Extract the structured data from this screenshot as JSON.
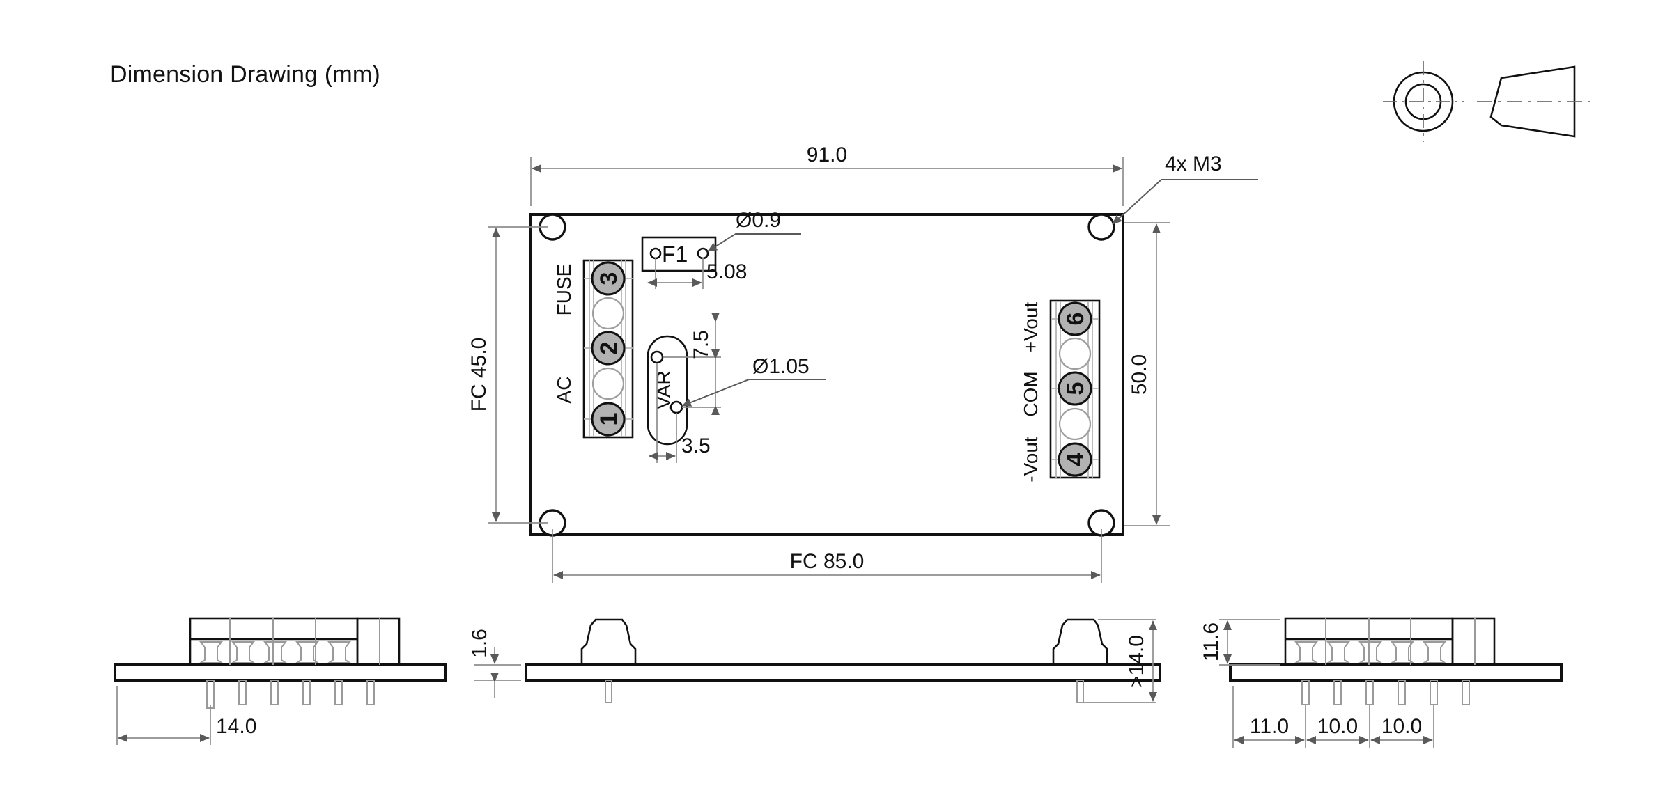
{
  "title": "Dimension Drawing (mm)",
  "top_view": {
    "dimensions": {
      "overall_width": "91.0",
      "overall_height": "50.0",
      "hole_pitch_horizontal": "FC 85.0",
      "hole_pitch_vertical": "FC 45.0",
      "mounting_holes": "4x M3",
      "fuse_hole_dia": "Ø0.9",
      "fuse_pitch": "5.08",
      "var_hole_dia": "Ø1.05",
      "var_pitch_vertical": "7.5",
      "var_pitch_horizontal": "3.5"
    },
    "input_terminal": {
      "labels": [
        "AC",
        "FUSE"
      ],
      "pins": [
        "1",
        "2",
        "3"
      ]
    },
    "output_terminal": {
      "labels": [
        "-Vout",
        "COM",
        "+Vout"
      ],
      "pins": [
        "4",
        "5",
        "6"
      ]
    },
    "components": {
      "fuse_label": "F1",
      "varistor_label": "VAR"
    }
  },
  "front_view": {
    "dimensions": {
      "pcb_thickness": "1.6",
      "component_height": ">14.0"
    }
  },
  "left_side_view": {
    "dimensions": {
      "terminal_offset": "14.0"
    }
  },
  "right_side_view": {
    "dimensions": {
      "terminal_height": "11.6",
      "pin_spacing_1": "11.0",
      "pin_spacing_2": "10.0",
      "pin_spacing_3": "10.0"
    }
  },
  "projection_symbol": {
    "name": "first-angle-projection-symbol"
  },
  "colors": {
    "line": "#111111",
    "hairline": "#8e8e8e",
    "screw": "#b2b2b2",
    "background": "#ffffff"
  }
}
